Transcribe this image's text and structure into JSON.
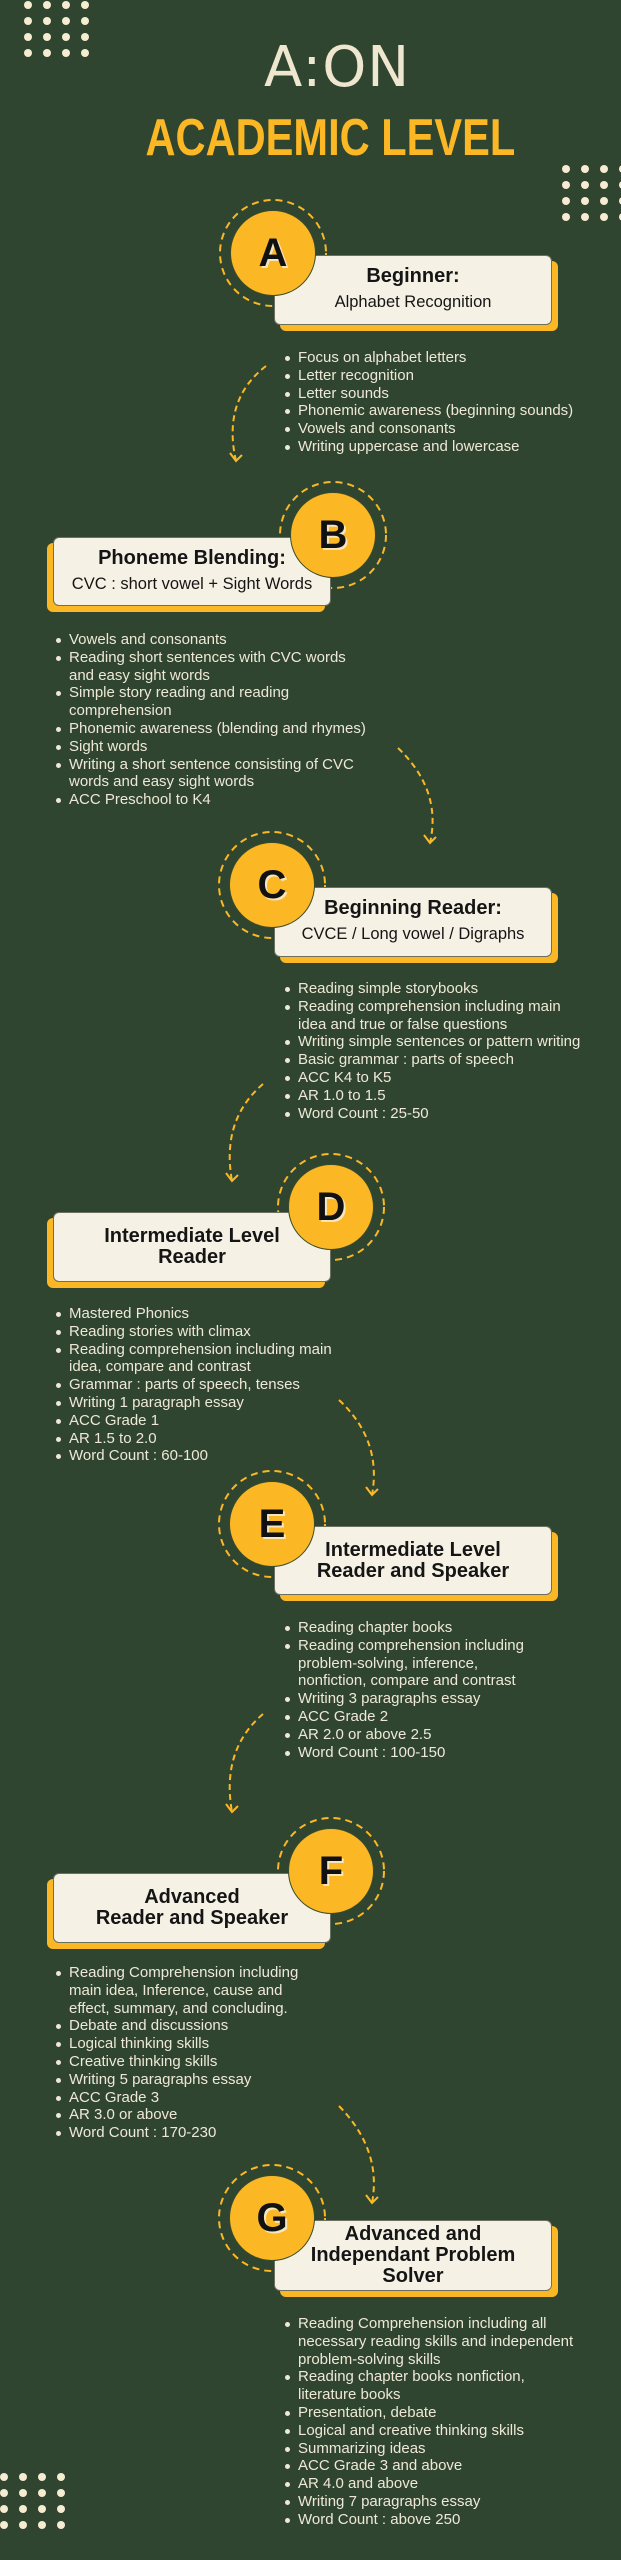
{
  "logo": "A:ON",
  "title": "ACADEMIC LEVEL",
  "colors": {
    "background": "#2f4530",
    "accent": "#fbb824",
    "card": "#f5f1e5",
    "text_light": "#efe8d6"
  },
  "levels": [
    {
      "letter": "A",
      "title": "Beginner:",
      "subtitle": "Alphabet Recognition",
      "items": [
        "Focus on alphabet letters",
        "Letter recognition",
        "Letter sounds",
        "Phonemic awareness (beginning sounds)",
        "Vowels and consonants",
        "Writing uppercase and lowercase"
      ]
    },
    {
      "letter": "B",
      "title": "Phoneme Blending:",
      "subtitle": "CVC : short vowel + Sight Words",
      "items": [
        "Vowels and consonants",
        "Reading short sentences with CVC words\nand easy sight words",
        "Simple story reading and reading\ncomprehension",
        "Phonemic awareness (blending and rhymes)",
        "Sight words",
        "Writing a short sentence consisting of CVC\nwords and easy sight words",
        "ACC Preschool to K4"
      ]
    },
    {
      "letter": "C",
      "title": "Beginning Reader:",
      "subtitle": "CVCE / Long vowel / Digraphs",
      "items": [
        "Reading simple storybooks",
        "Reading comprehension including main\nidea and true or false questions",
        "Writing simple sentences or pattern writing",
        "Basic grammar : parts of speech",
        "ACC K4 to K5",
        "AR 1.0 to 1.5",
        "Word Count : 25-50"
      ]
    },
    {
      "letter": "D",
      "title": "Intermediate Level\nReader",
      "subtitle": "",
      "items": [
        "Mastered Phonics",
        "Reading stories with climax",
        "Reading comprehension including main\nidea, compare and contrast",
        "Grammar : parts of speech, tenses",
        "Writing 1 paragraph essay",
        "ACC Grade 1",
        "AR 1.5 to 2.0",
        "Word Count : 60-100"
      ]
    },
    {
      "letter": "E",
      "title": "Intermediate Level\nReader and Speaker",
      "subtitle": "",
      "items": [
        "Reading chapter books",
        "Reading comprehension including\nproblem-solving, inference,\nnonfiction, compare and contrast",
        "Writing 3 paragraphs essay",
        "ACC Grade 2",
        "AR 2.0 or above 2.5",
        "Word Count : 100-150"
      ]
    },
    {
      "letter": "F",
      "title": "Advanced\nReader and Speaker",
      "subtitle": "",
      "items": [
        "Reading Comprehension including\nmain idea, Inference, cause and\neffect, summary, and concluding.",
        "Debate and discussions",
        "Logical thinking skills",
        "Creative thinking skills",
        "Writing 5 paragraphs essay",
        "ACC Grade 3",
        "AR 3.0 or above",
        "Word Count : 170-230"
      ]
    },
    {
      "letter": "G",
      "title": "Advanced and\nIndependant Problem\nSolver",
      "subtitle": "",
      "items": [
        "Reading Comprehension including all\nnecessary reading skills and independent\nproblem-solving skills",
        "Reading chapter books nonfiction,\nliterature books",
        "Presentation, debate",
        "Logical and creative thinking skills",
        "Summarizing ideas",
        "ACC Grade 3 and above",
        "AR 4.0 and above",
        "Writing 7 paragraphs essay",
        "Word Count : above 250"
      ]
    }
  ]
}
